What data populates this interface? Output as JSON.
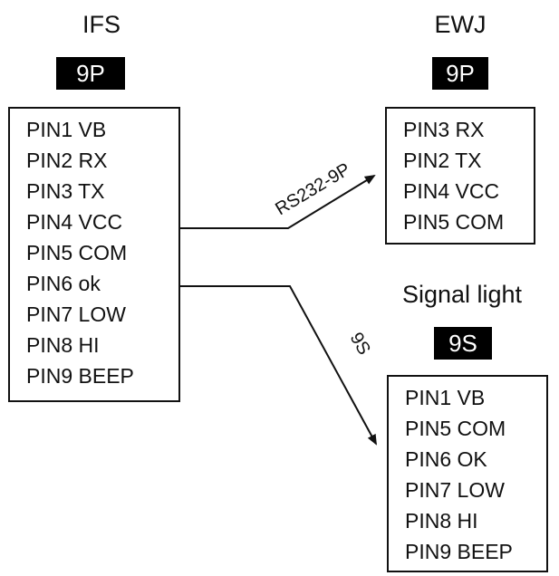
{
  "ifs": {
    "title": "IFS",
    "badge": "9P",
    "pins": [
      "PIN1 VB",
      "PIN2 RX",
      "PIN3 TX",
      "PIN4 VCC",
      "PIN5 COM",
      "PIN6 ok",
      "PIN7 LOW",
      "PIN8 HI",
      "PIN9 BEEP"
    ]
  },
  "ewj": {
    "title": "EWJ",
    "badge": "9P",
    "pins": [
      "PIN3 RX",
      "PIN2 TX",
      "PIN4 VCC",
      "PIN5 COM"
    ]
  },
  "signal_light": {
    "title": "Signal light",
    "badge": "9S",
    "pins": [
      "PIN1 VB",
      "PIN5 COM",
      "PIN6 OK",
      "PIN7 LOW",
      "PIN8 HI",
      "PIN9 BEEP"
    ]
  },
  "connections": {
    "top_label": "RS232-9P",
    "bottom_label": "9S"
  }
}
